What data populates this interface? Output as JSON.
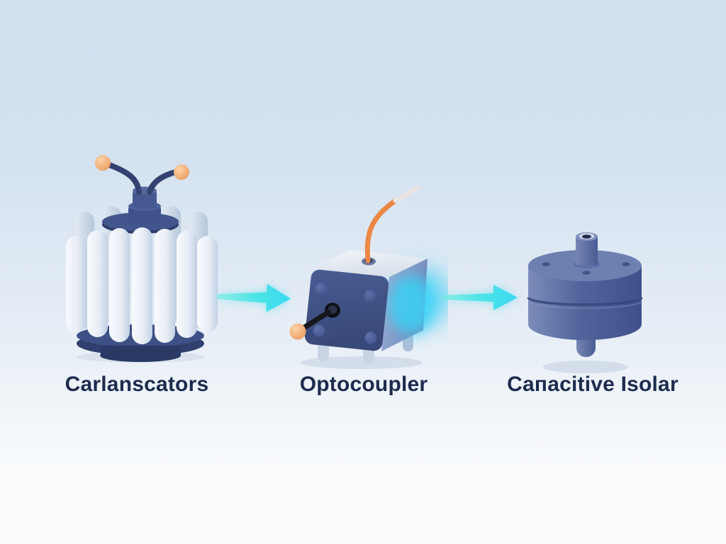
{
  "figure": {
    "background": {
      "gradient_top": "#cfe0ef",
      "gradient_bottom": "#fafcfd"
    },
    "items": [
      {
        "name": "capacitor-bank",
        "label": "Carlanscators"
      },
      {
        "name": "optocoupler",
        "label": "Optocoupler"
      },
      {
        "name": "capacitive-isolator",
        "label": "Caпacitive Isolar"
      }
    ],
    "arrows": [
      {
        "name": "flow-arrow-1",
        "direction": "right"
      },
      {
        "name": "flow-arrow-2",
        "direction": "right"
      }
    ],
    "colors": {
      "label_text": "#1d2b4d",
      "arrow_cyan": "#44e0e9",
      "component_navy": "#3a4d82",
      "rib_white": "#eef2f8",
      "lead_orange": "#f0a068",
      "wire_orange": "#ec8744",
      "wire_black": "#17181d",
      "glow_cyan": "#3bd2f6",
      "isolator_blue": "#55689f",
      "box_top_gray": "#e9eef4",
      "box_side_blue": "#8aa2cc"
    }
  }
}
